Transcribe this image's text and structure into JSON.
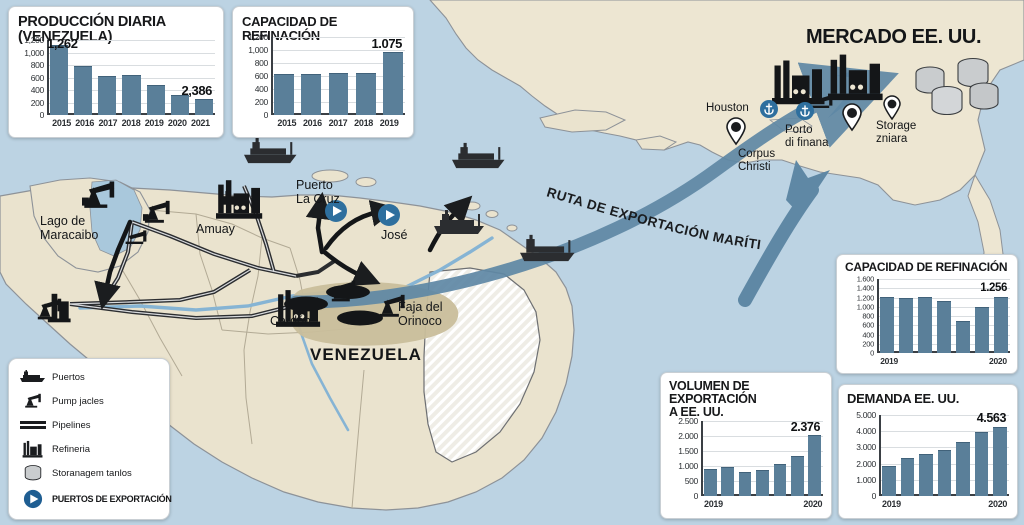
{
  "map": {
    "title_us": "MERCADO EE. UU.",
    "country_label": "VENEZUELA",
    "route_label": "RUTA DE EXPORTACIÓN MARÍTIMA",
    "labels": {
      "lago": "Lago de\nMaracaibo",
      "amuay": "Amuay",
      "cardon": "Cardón",
      "puerto_la_cruz": "Puerto\nLa Cruz",
      "jose": "José",
      "faja": "Faja del\nOrinoco",
      "houston": "Houston",
      "corpus": "Corpus\nChristi",
      "porto": "Porto\ndi finana",
      "storage": "Storage\nzniara"
    },
    "colors": {
      "ocean": "#BCD3E3",
      "land": "#EAE3CE",
      "land_us": "#EDE6D2",
      "bar": "#5A7F99",
      "route": "#5F88A5",
      "marker": "#2E6F9E",
      "hatch": "#EFEDE6"
    }
  },
  "legend": {
    "items": [
      {
        "icon": "ship-icon",
        "label": "Puertos"
      },
      {
        "icon": "pumpjack-icon",
        "label": "Pump jacles"
      },
      {
        "icon": "pipeline-icon",
        "label": "Pipelines"
      },
      {
        "icon": "refinery-icon",
        "label": "Refineria"
      },
      {
        "icon": "tank-icon",
        "label": "Storanagem tanlos"
      },
      {
        "icon": "play-circle-icon",
        "label": "PUERTOS DE EXPORTACIÓN"
      }
    ]
  },
  "chart_data": [
    {
      "id": "produccion-diaria",
      "type": "bar",
      "title": "PRODUCCIÓN DIARIA (VENEZUELA)",
      "categories": [
        "2015",
        "2016",
        "2017",
        "2018",
        "2019",
        "2020",
        "2021"
      ],
      "values": [
        1100,
        770,
        610,
        625,
        470,
        310,
        245
      ],
      "yticks": [
        "1,200",
        "1,000",
        "800",
        "600",
        "400",
        "200",
        "0"
      ],
      "ylim": [
        0,
        1200
      ],
      "grid": true,
      "annotations": [
        {
          "text": "1,262",
          "at": 0,
          "align": "right"
        },
        {
          "text": "2,386",
          "at": 6,
          "align": "right"
        }
      ]
    },
    {
      "id": "capacidad-refinacion-izq",
      "type": "bar",
      "title": "CAPACIDAD DE REFINACIÓN",
      "categories": [
        "2015",
        "2016",
        "2017",
        "2018",
        "2019"
      ],
      "values": [
        608,
        608,
        628,
        630,
        960
      ],
      "yticks": [
        "1,200",
        "1,000",
        "800",
        "600",
        "400",
        "200",
        "0"
      ],
      "ylim": [
        0,
        1200
      ],
      "grid": true,
      "annotations": [
        {
          "text": "1.075",
          "at": 4,
          "align": "right"
        }
      ]
    },
    {
      "id": "capacidad-refinacion-der",
      "type": "bar",
      "title": "CAPACIDAD DE REFINACIÓN",
      "categories": [
        "2019",
        "",
        "",
        "",
        "",
        "",
        "2020"
      ],
      "values": [
        1200,
        1175,
        1190,
        1095,
        660,
        975,
        1200
      ],
      "yticks": [
        "1.600",
        "1.400",
        "1.200",
        "1.000",
        "800",
        "600",
        "400",
        "200",
        "0"
      ],
      "ylim": [
        0,
        1600
      ],
      "grid": true,
      "annotations": [
        {
          "text": "1.256",
          "at": 6,
          "align": "right"
        }
      ]
    },
    {
      "id": "volumen-exportacion",
      "type": "bar",
      "title": "VOLUMEN DE EXPORTACIÓN\nA EE. UU.",
      "categories": [
        "2019",
        "",
        "",
        "",
        "",
        "",
        "2020"
      ],
      "values": [
        880,
        930,
        780,
        830,
        1050,
        1300,
        2000
      ],
      "yticks": [
        "2.500",
        "2.000",
        "1.500",
        "1.000",
        "500",
        "0"
      ],
      "ylim": [
        0,
        2500
      ],
      "grid": true,
      "annotations": [
        {
          "text": "2.376",
          "at": 6,
          "align": "right"
        }
      ]
    },
    {
      "id": "demanda-eeuu",
      "type": "bar",
      "title": "DEMANDA EE. UU.",
      "categories": [
        "2019",
        "",
        "",
        "",
        "",
        "",
        "2020"
      ],
      "values": [
        1800,
        2300,
        2550,
        2800,
        3300,
        3900,
        4200
      ],
      "yticks": [
        "5.000",
        "4.000",
        "3.000",
        "2.000",
        "1.000",
        "0"
      ],
      "ylim": [
        0,
        5000
      ],
      "grid": true,
      "annotations": [
        {
          "text": "4.563",
          "at": 6,
          "align": "right"
        }
      ]
    }
  ]
}
